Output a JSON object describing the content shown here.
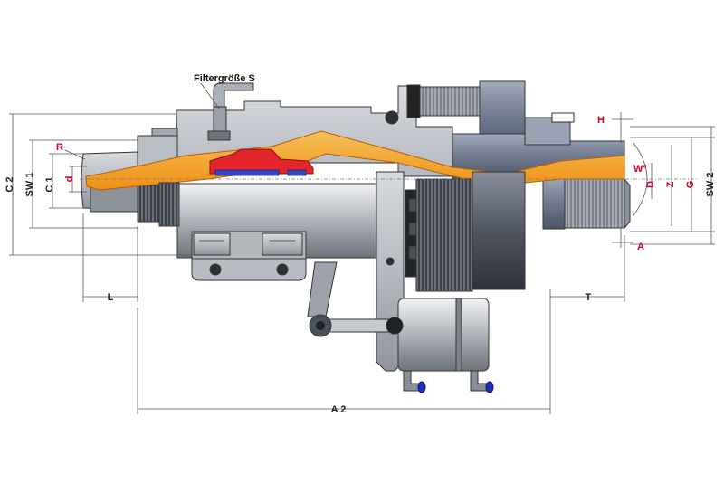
{
  "labels": {
    "filter_size": "Filtergröße S",
    "c2": "C 2",
    "sw1": "SW 1",
    "c1": "C 1",
    "d_small": "d",
    "r": "R",
    "l": "L",
    "a2": "A 2",
    "h": "H",
    "a": "A",
    "t": "T",
    "w": "W°",
    "d_big": "D",
    "z": "Z",
    "g": "G",
    "sw2": "SW 2"
  },
  "colors": {
    "body_light": "#c9ccd2",
    "body_mid": "#9da2ab",
    "body_dark": "#5f6570",
    "body_blue": "#7c8597",
    "flow": "#f2a22a",
    "flow_edge": "#c06a0a",
    "piston_red": "#e2262b",
    "piston_blue": "#2f49c8",
    "label_red": "#d4002a",
    "fitting_blue": "#1b2fb8"
  }
}
